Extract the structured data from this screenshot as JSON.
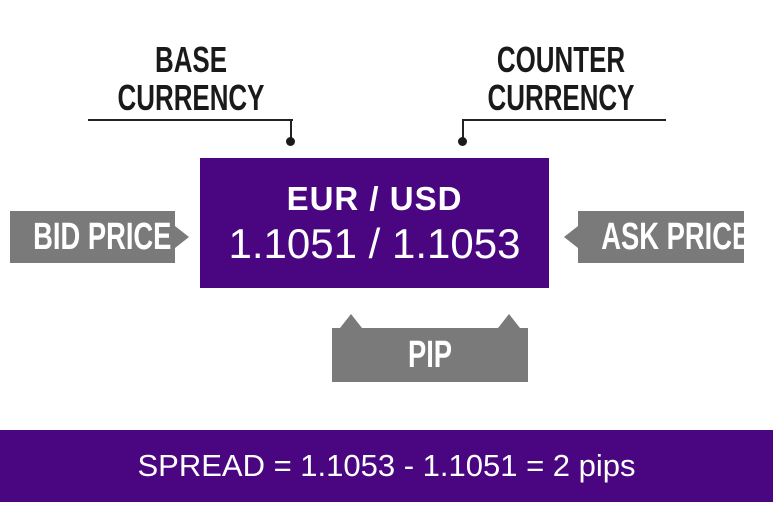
{
  "base_label": {
    "line1": "BASE",
    "line2": "CURRENCY"
  },
  "counter_label": {
    "line1": "COUNTER",
    "line2": "CURRENCY"
  },
  "pair": {
    "symbol": "EUR / USD",
    "quote": "1.1051 / 1.1053"
  },
  "bid_label": "BID PRICE",
  "ask_label": "ASK PRICE",
  "pip_label": "PIP",
  "spread_text": "SPREAD = 1.1053 - 1.1051 = 2 pips",
  "colors": {
    "purple": "#4a0680",
    "gray": "#7a7a7a",
    "ink": "#1a1a1a"
  }
}
